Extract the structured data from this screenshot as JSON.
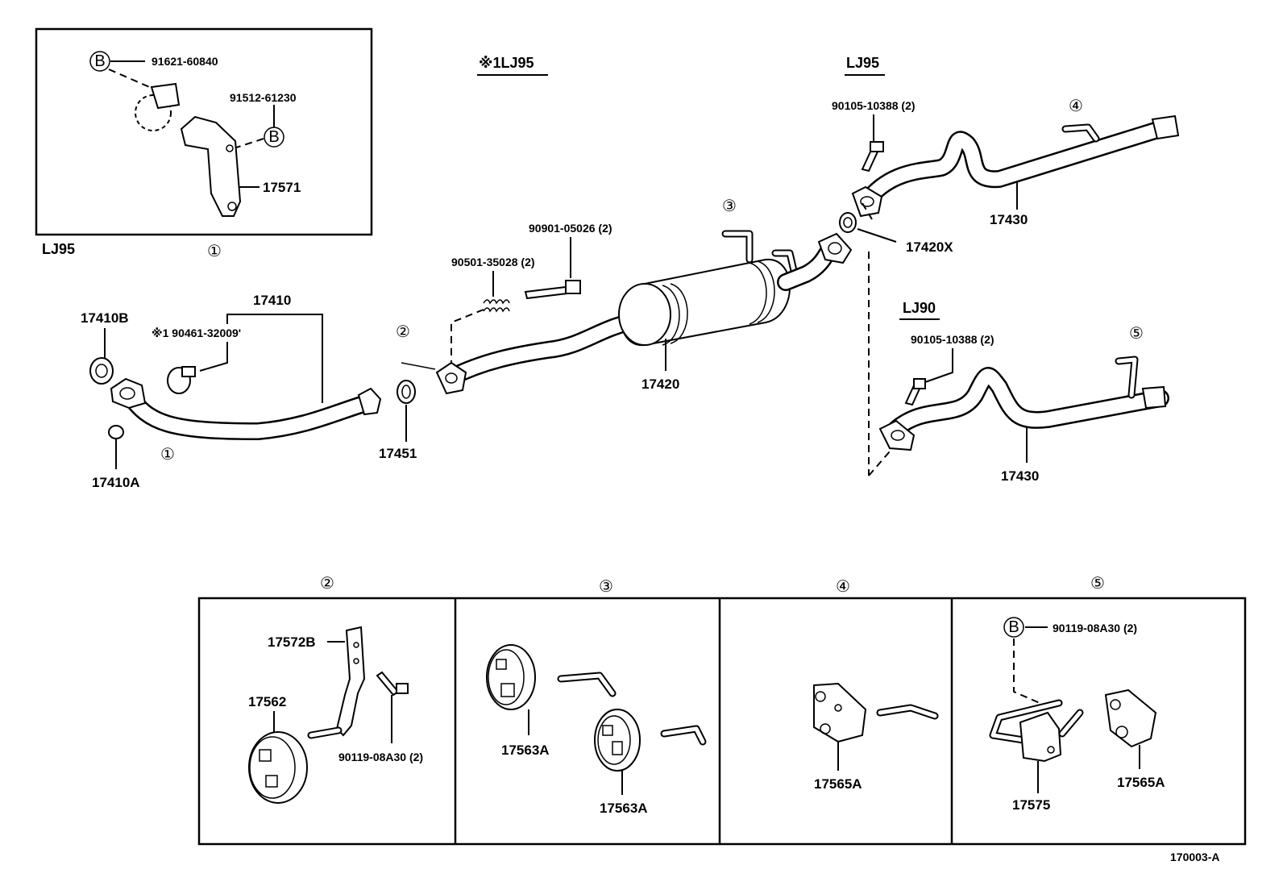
{
  "labels": {
    "p91621": "91621-60840",
    "p91512": "91512-61230",
    "p17571": "17571",
    "lj95_box": "LJ95",
    "p17410": "17410",
    "p17410b": "17410B",
    "p90461": "※1 90461-32009'",
    "p17410a": "17410A",
    "p17451": "17451",
    "mark_lj95": "※1LJ95",
    "p90901": "90901-05026 (2)",
    "p90501": "90501-35028 (2)",
    "p17420": "17420",
    "lj95_top": "LJ95",
    "p90105_a": "90105-10388 (2)",
    "p17430_a": "17430",
    "p17420x": "17420X",
    "lj90": "LJ90",
    "p90105_b": "90105-10388 (2)",
    "p17430_b": "17430",
    "p17572b": "17572B",
    "p17562": "17562",
    "p90119_a": "90119-08A30 (2)",
    "p17563a_1": "17563A",
    "p17563a_2": "17563A",
    "p17565a_4": "17565A",
    "p90119_b": "90119-08A30 (2)",
    "p17575": "17575",
    "p17565a_5": "17565A",
    "ref_code": "170003-A"
  },
  "markers": {
    "c1": "①",
    "c2": "②",
    "c3": "③",
    "c4": "④",
    "c5": "⑤",
    "b": "B"
  },
  "colors": {
    "ink": "#000000",
    "paper": "#ffffff"
  }
}
